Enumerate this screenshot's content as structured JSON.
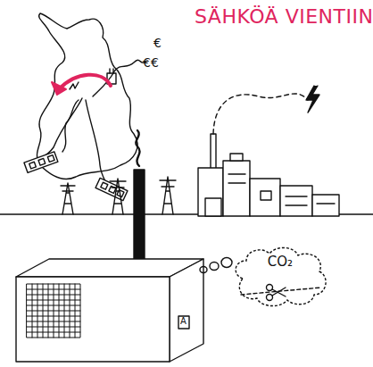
{
  "diagram": {
    "title": "SÄHKÖÄ VIENTIIN",
    "nodes": [
      {
        "text": [
          "CO₂"
        ]
      }
    ],
    "labels": [
      "€",
      "€€",
      "A"
    ]
  }
}
